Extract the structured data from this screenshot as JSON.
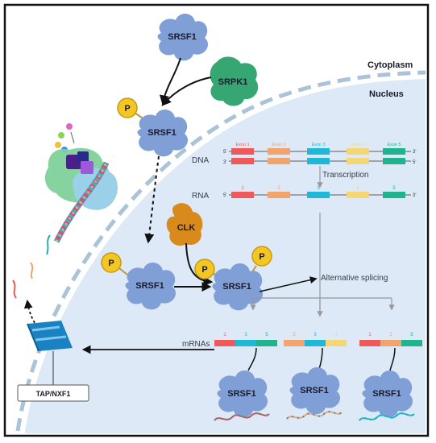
{
  "regions": {
    "cytoplasm": "Cytoplasm",
    "nucleus": "Nucleus"
  },
  "proteins": {
    "srsf1": "SRSF1",
    "srpk1": "SRPK1",
    "clk": "CLK",
    "phospho": "P",
    "exporter": "TAP/NXF1"
  },
  "gene": {
    "dna_label": "DNA",
    "rna_label": "RNA",
    "mrna_label": "mRNAs",
    "transcription": "Transcription",
    "alternative_splicing": "Alternative splicing",
    "prime5": "5'",
    "prime3": "3'",
    "exons": [
      {
        "name": "Exon 1",
        "num": "1",
        "color": "#ee5a5a"
      },
      {
        "name": "Exon 2",
        "num": "2",
        "color": "#f3a46c"
      },
      {
        "name": "Exon 3",
        "num": "3",
        "color": "#1fb8d8"
      },
      {
        "name": "Exon 4",
        "num": "4",
        "color": "#f4d774"
      },
      {
        "name": "Exon 5",
        "num": "5",
        "color": "#1fb38e"
      }
    ],
    "isoforms": [
      [
        "1",
        "3",
        "5"
      ],
      [
        "2",
        "3",
        "4"
      ],
      [
        "1",
        "2",
        "5"
      ]
    ]
  },
  "colors": {
    "nucleus_fill": "#dde9f6",
    "envelope": "#aac3d8",
    "srsf1": "#7f9fd6",
    "srpk1": "#36a773",
    "clk": "#d98a1c",
    "phospho": "#f3c623",
    "pore": "#1b82c2"
  }
}
